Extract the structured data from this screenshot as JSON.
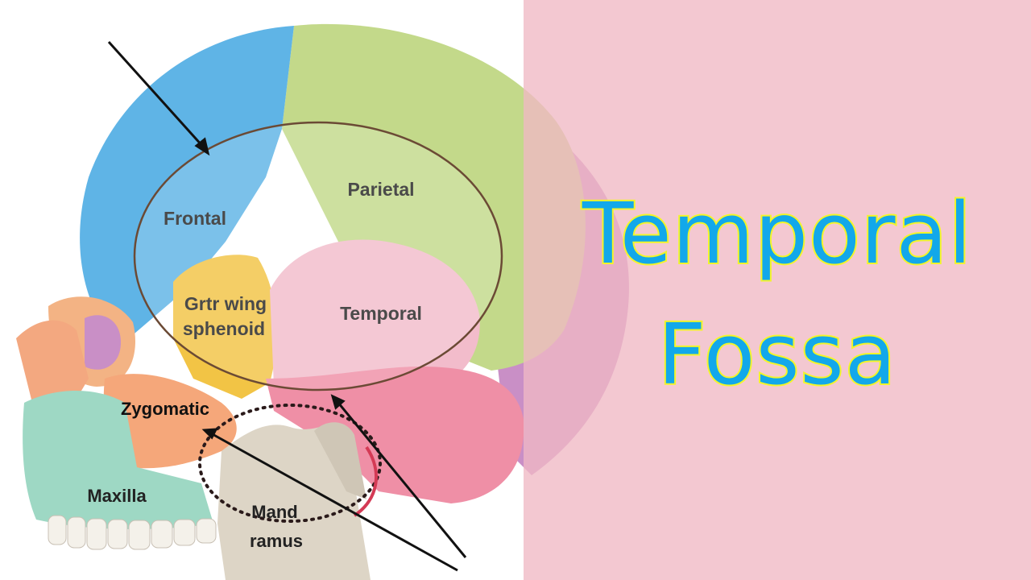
{
  "title": {
    "line1": "Temporal",
    "line2": "Fossa"
  },
  "colors": {
    "title_panel_bg": "#efb8c4",
    "title_text": "#12a8ea",
    "title_outline": "#f2f52a",
    "frontal_bone": "#5fb4e6",
    "parietal_bone": "#c3d98a",
    "temporal_bone": "#f2bccb",
    "sphenoid_bone": "#f2c445",
    "zygomatic_bone": "#f5a77a",
    "maxilla_bone": "#9ed8c4",
    "mandible_bone": "#ddd5c6",
    "occipital_bone": "#c98fc6"
  },
  "labels": {
    "frontal": "Frontal",
    "parietal": "Parietal",
    "sphenoid_1": "Grtr wing",
    "sphenoid_2": "sphenoid",
    "temporal": "Temporal",
    "zygomatic": "Zygomatic",
    "maxilla": "Maxilla",
    "ramus_1": "Mand",
    "ramus_2": "ramus"
  }
}
